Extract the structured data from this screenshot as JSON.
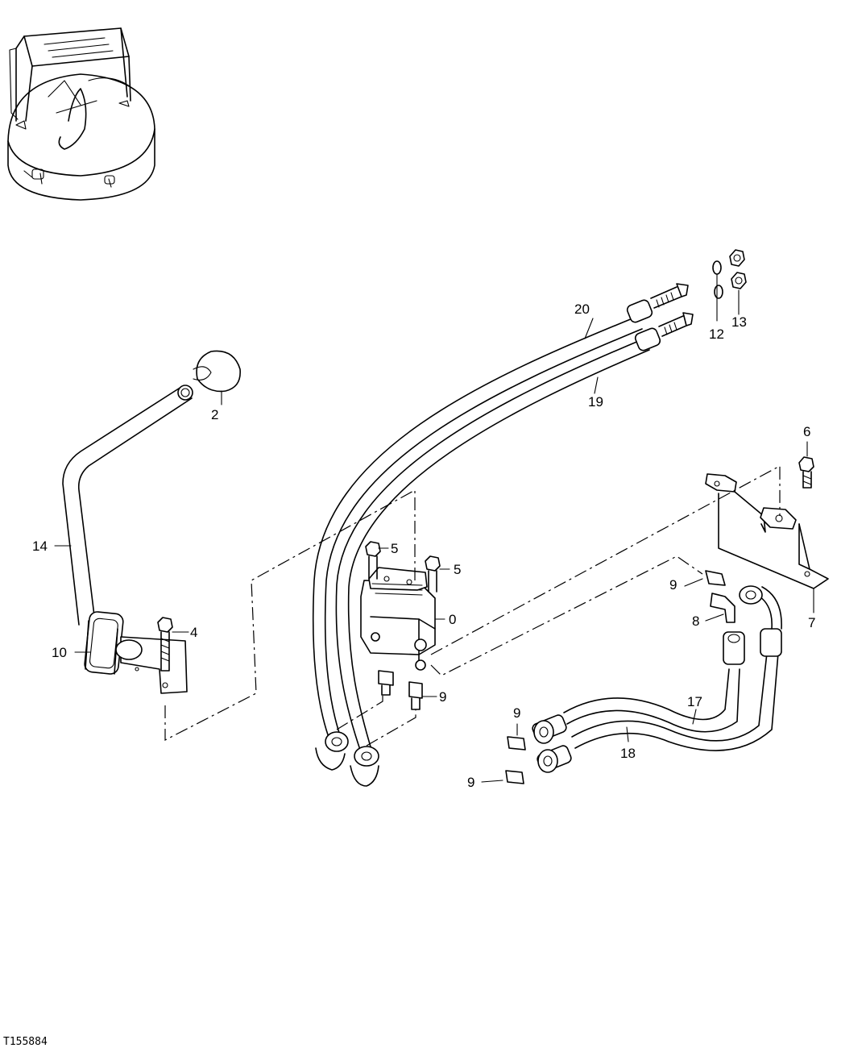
{
  "figure_id": "T155884",
  "callouts": {
    "c0": "0",
    "c2": "2",
    "c4": "4",
    "c5a": "5",
    "c5b": "5",
    "c6": "6",
    "c7": "7",
    "c8": "8",
    "c9a": "9",
    "c9b": "9",
    "c9c": "9",
    "c9d": "9",
    "c10": "10",
    "c12": "12",
    "c13": "13",
    "c14": "14",
    "c17": "17",
    "c18": "18",
    "c19": "19",
    "c20": "20"
  }
}
